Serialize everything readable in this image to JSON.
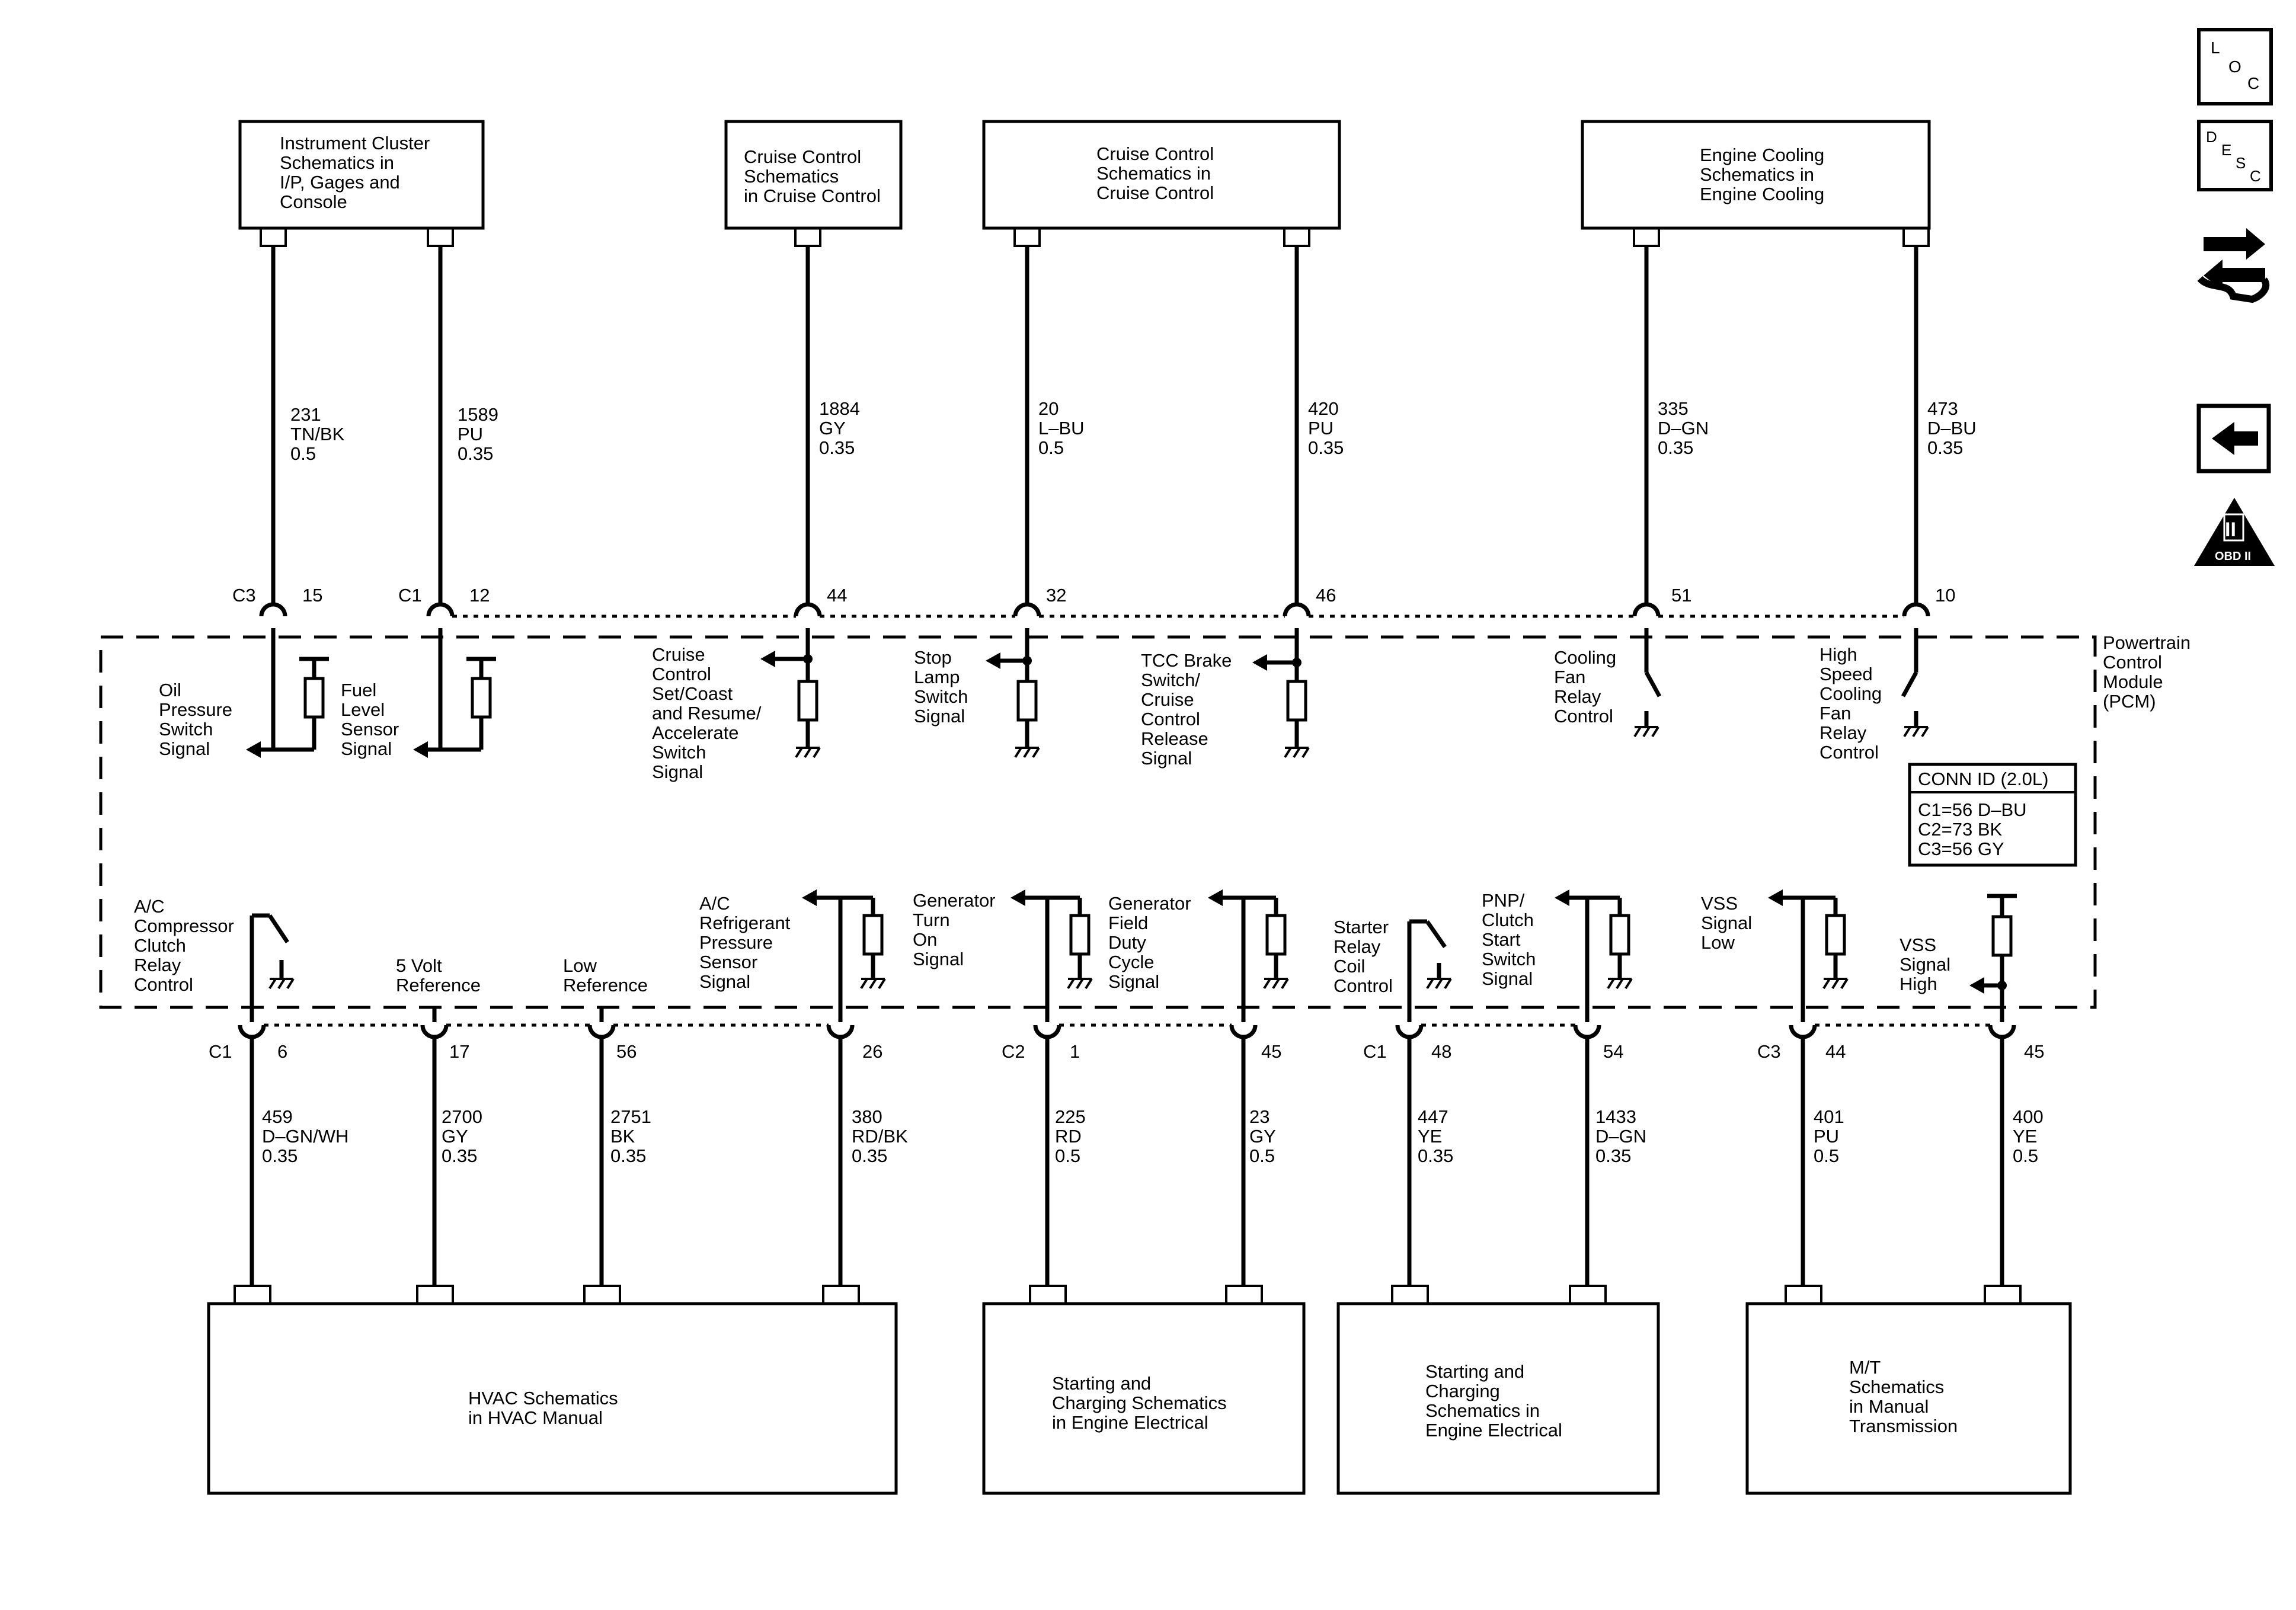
{
  "top_boxes": [
    {
      "id": "ic",
      "lines": [
        "Instrument Cluster",
        "Schematics in",
        "I/P, Gages and",
        "Console"
      ]
    },
    {
      "id": "cc1",
      "lines": [
        "Cruise Control",
        "Schematics",
        "in Cruise Control"
      ]
    },
    {
      "id": "cc2",
      "lines": [
        "Cruise Control",
        "Schematics in",
        "Cruise Control"
      ]
    },
    {
      "id": "ec",
      "lines": [
        "Engine Cooling",
        "Schematics in",
        "Engine Cooling"
      ]
    }
  ],
  "bottom_boxes": [
    {
      "id": "hvac",
      "lines": [
        "HVAC Schematics",
        "in HVAC Manual"
      ]
    },
    {
      "id": "sc1",
      "lines": [
        "Starting and",
        "Charging Schematics",
        "in Engine Electrical"
      ]
    },
    {
      "id": "sc2",
      "lines": [
        "Starting and",
        "Charging",
        "Schematics in",
        "Engine Electrical"
      ]
    },
    {
      "id": "mt",
      "lines": [
        "M/T",
        "Schematics",
        "in Manual",
        "Transmission"
      ]
    }
  ],
  "top_wires": [
    {
      "conn": "C3",
      "pin": "15",
      "circuit": "231",
      "color": "TN/BK",
      "size": "0.5",
      "signal": [
        "Oil",
        "Pressure",
        "Switch",
        "Signal"
      ]
    },
    {
      "conn": "C1",
      "pin": "12",
      "circuit": "1589",
      "color": "PU",
      "size": "0.35",
      "signal": [
        "Fuel",
        "Level",
        "Sensor",
        "Signal"
      ]
    },
    {
      "conn": "",
      "pin": "44",
      "circuit": "1884",
      "color": "GY",
      "size": "0.35",
      "signal": [
        "Cruise",
        "Control",
        "Set/Coast",
        "and Resume/",
        "Accelerate",
        "Switch",
        "Signal"
      ]
    },
    {
      "conn": "",
      "pin": "32",
      "circuit": "20",
      "color": "L–BU",
      "size": "0.5",
      "signal": [
        "Stop",
        "Lamp",
        "Switch",
        "Signal"
      ]
    },
    {
      "conn": "",
      "pin": "46",
      "circuit": "420",
      "color": "PU",
      "size": "0.35",
      "signal": [
        "TCC Brake",
        "Switch/",
        "Cruise",
        "Control",
        "Release",
        "Signal"
      ]
    },
    {
      "conn": "",
      "pin": "51",
      "circuit": "335",
      "color": "D–GN",
      "size": "0.35",
      "signal": [
        "Cooling",
        "Fan",
        "Relay",
        "Control"
      ]
    },
    {
      "conn": "",
      "pin": "10",
      "circuit": "473",
      "color": "D–BU",
      "size": "0.35",
      "signal": [
        "High",
        "Speed",
        "Cooling",
        "Fan",
        "Relay",
        "Control"
      ]
    }
  ],
  "bottom_wires": [
    {
      "conn": "C1",
      "pin": "6",
      "circuit": "459",
      "color": "D–GN/WH",
      "size": "0.35",
      "signal": [
        "A/C",
        "Compressor",
        "Clutch",
        "Relay",
        "Control"
      ]
    },
    {
      "conn": "",
      "pin": "17",
      "circuit": "2700",
      "color": "GY",
      "size": "0.35",
      "signal": [
        "5 Volt",
        "Reference"
      ]
    },
    {
      "conn": "",
      "pin": "56",
      "circuit": "2751",
      "color": "BK",
      "size": "0.35",
      "signal": [
        "Low",
        "Reference"
      ]
    },
    {
      "conn": "",
      "pin": "26",
      "circuit": "380",
      "color": "RD/BK",
      "size": "0.35",
      "signal": [
        "A/C",
        "Refrigerant",
        "Pressure",
        "Sensor",
        "Signal"
      ]
    },
    {
      "conn": "C2",
      "pin": "1",
      "circuit": "225",
      "color": "RD",
      "size": "0.5",
      "signal": [
        "Generator",
        "Turn",
        "On",
        "Signal"
      ]
    },
    {
      "conn": "",
      "pin": "45",
      "circuit": "23",
      "color": "GY",
      "size": "0.5",
      "signal": [
        "Generator",
        "Field",
        "Duty",
        "Cycle",
        "Signal"
      ]
    },
    {
      "conn": "C1",
      "pin": "48",
      "circuit": "447",
      "color": "YE",
      "size": "0.35",
      "signal": [
        "Starter",
        "Relay",
        "Coil",
        "Control"
      ]
    },
    {
      "conn": "",
      "pin": "54",
      "circuit": "1433",
      "color": "D–GN",
      "size": "0.35",
      "signal": [
        "PNP/",
        "Clutch",
        "Start",
        "Switch",
        "Signal"
      ]
    },
    {
      "conn": "C3",
      "pin": "44",
      "circuit": "401",
      "color": "PU",
      "size": "0.5",
      "signal": [
        "VSS",
        "Signal",
        "Low"
      ]
    },
    {
      "conn": "",
      "pin": "45",
      "circuit": "400",
      "color": "YE",
      "size": "0.5",
      "signal": [
        "VSS",
        "Signal",
        "High"
      ]
    }
  ],
  "module": {
    "lines": [
      "Powertrain",
      "Control",
      "Module",
      "(PCM)"
    ]
  },
  "conn_id": {
    "title": "CONN ID (2.0L)",
    "rows": [
      "C1=56 D–BU",
      "C2=73 BK",
      "C3=56 GY"
    ]
  },
  "side_icons": [
    {
      "name": "loc-icon",
      "letters": [
        "L",
        "O",
        "C"
      ]
    },
    {
      "name": "desc-icon",
      "letters": [
        "D",
        "E",
        "S",
        "C"
      ]
    },
    {
      "name": "wrench-arrows-icon"
    },
    {
      "name": "back-arrow-icon"
    },
    {
      "name": "obd-ii-icon",
      "letters": [
        "II",
        "OBD II"
      ]
    }
  ]
}
